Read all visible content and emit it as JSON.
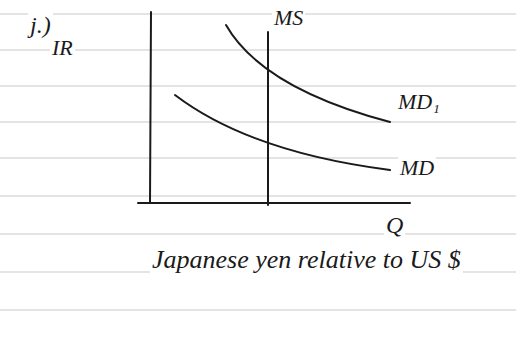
{
  "diagram": {
    "caption": "Japanese yen relative to US $",
    "labels": [
      "j.)",
      "IR",
      "MS",
      "MD₁",
      "MD",
      "Q"
    ]
  }
}
